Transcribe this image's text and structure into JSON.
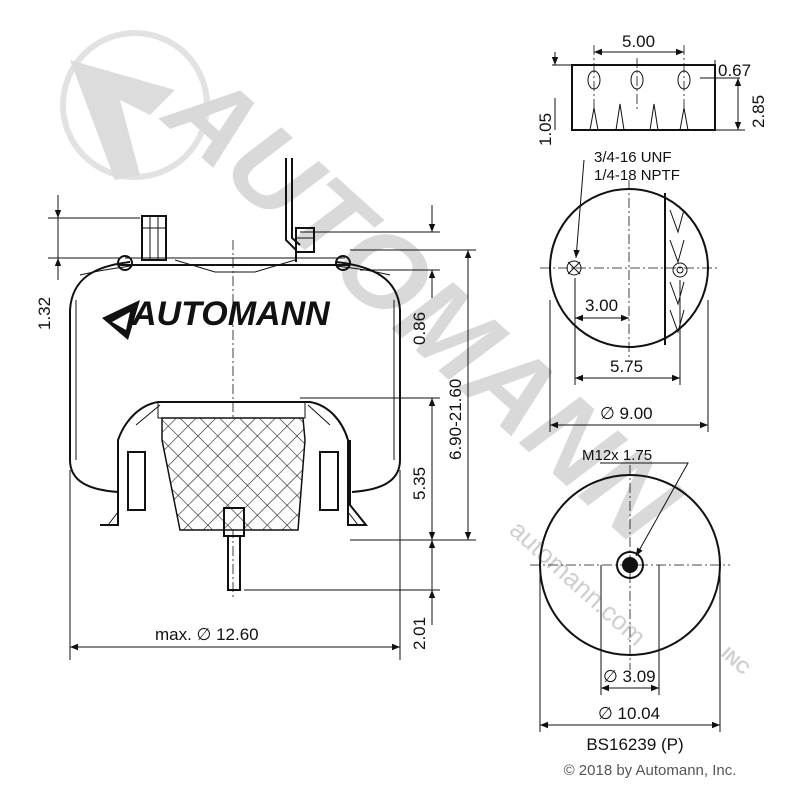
{
  "brand": {
    "logo_text": "AUTOMANN",
    "watermark_text": "AUTOMANN",
    "watermark_url": "automann.com",
    "watermark_mark": "INC"
  },
  "side_view": {
    "dim_top_fitting": "1.32",
    "dim_bead_plate": "0.86",
    "dim_height_range": "6.90-21.60",
    "dim_piston": "5.35",
    "dim_stud_length": "2.01",
    "dim_max_diameter": "max.  ∅ 12.60"
  },
  "top_plate_detail": {
    "dim_stud_spacing": "5.00",
    "dim_plate_thickness": "0.67",
    "dim_plate_height": "2.85",
    "dim_left_height": "1.05"
  },
  "top_view": {
    "port_label_1": "3/4-16 UNF",
    "port_label_2": "1/4-18 NPTF",
    "dim_port_offset": "3.00",
    "dim_stud_offset": "5.75",
    "dim_diameter": "∅ 9.00"
  },
  "bottom_view": {
    "thread_label": "M12x 1.75",
    "dim_hole": "∅ 3.09",
    "dim_diameter": "∅ 10.04"
  },
  "part_number": "BS16239 (P)",
  "copyright": "© 2018 by Automann, Inc."
}
